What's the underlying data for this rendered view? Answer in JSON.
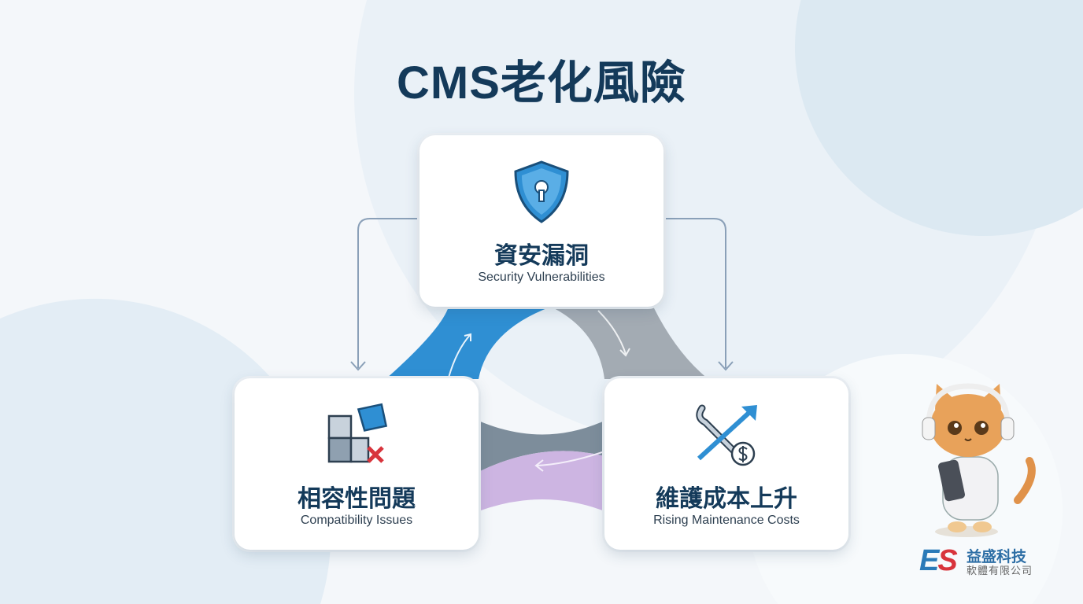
{
  "title": "CMS老化風險",
  "cards": [
    {
      "zh": "資安漏洞",
      "en": "Security Vulnerabilities",
      "icon": "shield-lock-icon"
    },
    {
      "zh": "相容性問題",
      "en": "Compatibility Issues",
      "icon": "puzzle-error-icon"
    },
    {
      "zh": "維護成本上升",
      "en": "Rising Maintenance Costs",
      "icon": "wrench-cost-up-icon"
    }
  ],
  "logo": {
    "mark": "ES",
    "name": "益盛科技",
    "subtitle": "軟體有限公司"
  },
  "colors": {
    "title": "#143a5a",
    "blue": "#2f8fd3",
    "gray": "#a3abb3",
    "purple": "#cdb5e2"
  }
}
